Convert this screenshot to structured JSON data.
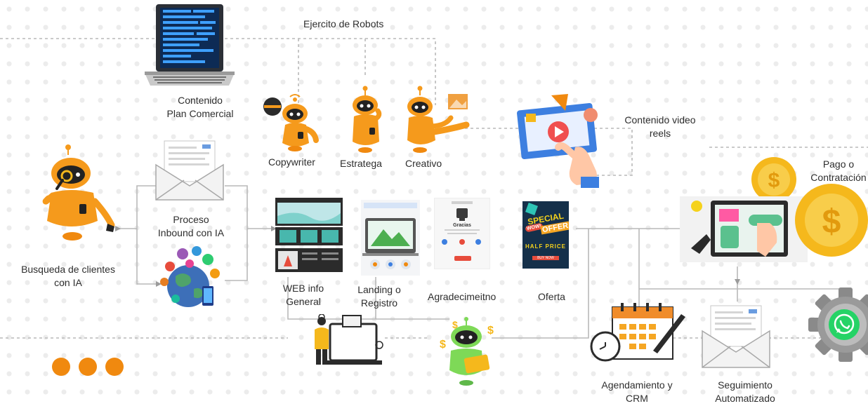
{
  "labels": {
    "ejercito": "Ejercito de Robots",
    "contenido_plan": [
      "Contenido",
      "Plan Comercial"
    ],
    "copywriter": "Copywriter",
    "estratega": "Estratega",
    "creativo": "Creativo",
    "contenido_video": [
      "Contenido video",
      "reels"
    ],
    "pago": [
      "Pago o",
      "Contratación"
    ],
    "busqueda": [
      "Busqueda de clientes",
      "con IA"
    ],
    "proceso": [
      "Proceso",
      "Inbound con IA"
    ],
    "web": [
      "WEB info",
      "General"
    ],
    "landing": [
      "Landing o",
      "Registro"
    ],
    "agradecimiento": "Agradecimeitno",
    "oferta": "Oferta",
    "agendamiento": [
      "Agendamiento y",
      "CRM"
    ],
    "seguimiento": [
      "Seguimiento",
      "Automatizado"
    ]
  },
  "icons": {
    "laptop": "laptop-code-icon",
    "robot": "robot-icon",
    "envelope": "envelope-icon",
    "globe": "social-globe-icon",
    "video": "video-reels-icon",
    "coin": "dollar-coin-icon",
    "calendar": "calendar-icon",
    "clock": "clock-icon",
    "whatsapp": "whatsapp-icon",
    "gear": "gear-icon"
  },
  "thanks_card": {
    "title": "Gracias"
  },
  "offer_card": {
    "line1": "SPECIAL",
    "line2": "OFFER",
    "badge": "WOW!",
    "line3": "HALF PRICE",
    "button": "BUY NOW"
  },
  "colors": {
    "robot": "#f59a1c",
    "accent": "#f0890f",
    "line": "#b9b9b9",
    "blue": "#3d7fe0",
    "coin": "#f5b81c"
  }
}
